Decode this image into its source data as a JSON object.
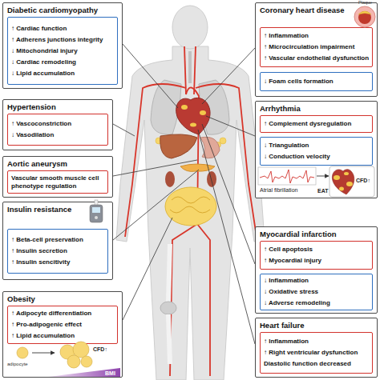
{
  "diagram": {
    "nodes": [
      {
        "text": [
          "Diabetic cardiomyopathy"
        ]
      },
      {
        "text": [
          "↑ Cardiac function",
          "↑ Adherens junctions integrity",
          "↓ Mitochondrial injury",
          "↓ Cardiac remodeling",
          "↓ Lipid accumulation"
        ],
        "in": 0
      },
      {
        "text": [
          "Hypertension"
        ]
      },
      {
        "text": [
          "↑ Vascoconstriction",
          "↓ Vasodilation"
        ],
        "in": 2
      },
      {
        "text": [
          "Aortic aneurysm"
        ]
      },
      {
        "text": [
          "Vascular smooth muscle cell phenotype regulation"
        ],
        "in": 4
      },
      {
        "text": [
          "Insulin resistance"
        ]
      },
      {
        "text": [
          "↑ Beta-cell preservation",
          "↑ Insulin secretion",
          "↑ Insulin sencitivity"
        ],
        "in": 6
      },
      {
        "text": [
          "Obesity"
        ]
      },
      {
        "text": [
          "↑ Adipocyte differentiation",
          "↑ Pro-adipogenic effect",
          "↑ Lipid accumulation"
        ],
        "in": 8
      },
      {
        "text": [
          "Coronary heart disease"
        ]
      },
      {
        "text": [
          "↑ Inflammation",
          "↑ Microcirculation impairment",
          "↑ Vascular endothelial dysfunction"
        ],
        "in": 10
      },
      {
        "text": [
          "↓ Foam cells formation"
        ],
        "in": 10
      },
      {
        "text": [
          "Arrhythmia"
        ]
      },
      {
        "text": [
          "↑ Complement dysregulation"
        ],
        "in": 13
      },
      {
        "text": [
          "↓ Triangulation",
          "↓ Conduction velocity"
        ],
        "in": 13
      },
      {
        "text": [
          "Myocardial infarction"
        ]
      },
      {
        "text": [
          "↑ Cell apoptosis",
          "↑ Myocardial injury"
        ],
        "in": 16
      },
      {
        "text": [
          "↓ Inflammation",
          "↓ Oxidative stress",
          "↓ Adverse remodeling"
        ],
        "in": 16
      },
      {
        "text": [
          "Heart failure"
        ]
      },
      {
        "text": [
          "↑ Inflammation",
          "↑ Right ventricular dysfunction",
          "Diastolic function decreased"
        ],
        "in": 19
      }
    ],
    "labels": [
      "Plaque",
      "Atrial fibrillation",
      "EAT",
      "CFD↑",
      "adipocyte",
      "CFD↑",
      "BMI"
    ]
  }
}
